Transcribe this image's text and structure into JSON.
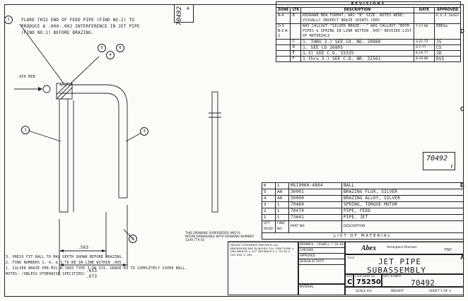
{
  "drawing_number": "70492",
  "sheet_size_tag": "A",
  "zones_right": [
    "D",
    "C",
    "B",
    "A"
  ],
  "revisions": {
    "title": "REVISIONS",
    "headers": [
      "ZONE",
      "LTR",
      "DESCRIPTION",
      "DATE",
      "APPROVED"
    ],
    "rows": [
      {
        "zone": "A-4",
        "ltr": "B",
        "desc": "REDRAWN NEW FORMAT, WAS \"B\" SIZE. NOTES WERE: VISUALLY INSPECT BRAZE JOINTS 100%",
        "date": "",
        "approved": "R.O.P.10483"
      },
      {
        "zone": "D-3 B-2 A-2",
        "ltr": "",
        "desc": "WAS CALLOUT-\"SILVER BRAZE---\" WAS CALLOUT-\"BOTH PIPES & SPRING IN LINE WITHIN .005\" REVISED LIST OF MATERIALS",
        "date": "7-17-66",
        "approved": "EBEda"
      },
      {
        "zone": "",
        "ltr": "C",
        "desc": "1. THRU 3.) SEE CO. NO. 20980",
        "date": "3-21-72",
        "approved": "JS"
      },
      {
        "zone": "",
        "ltr": "D",
        "desc": "1. SEE CO 26805",
        "date": "6-7-77",
        "approved": "CS"
      },
      {
        "zone": "",
        "ltr": "E",
        "desc": "1-3) SEE C.O. 33335",
        "date": "8-16-77",
        "approved": "JD"
      },
      {
        "zone": "",
        "ltr": "F",
        "desc": "1 thru 3.) SEE C.O. NR. 32501",
        "date": "8-16-80",
        "approved": "DSS"
      }
    ]
  },
  "drawing_notes": {
    "flare_note": "FLARE THIS END OF FEED PIPE (FIND NO.2) TO PRODUCE A .000-.002 INTERFERENCE IN JET PIPE (FIND NO.1) BEFORE BRAZING.",
    "dim_offset": ".050 MIN",
    "dim_563": ".563",
    "dim_653": ".653",
    "dim_673": ".673",
    "notes": [
      "PRESS FIT BALL TO MAX DEPTH SHOWN BEFORE BRAZING.",
      "FIND NUMBERS 1, 4, & 3 TO BE IN LINE WITHIN .005",
      "SILVER BRAZE PER MIL-B-7883 TYPE I OR III, GRADE B, TO COMPLETELY COVER BALL."
    ],
    "notes_heading": "NOTES: (UNLESS OTHERWISE SPECIFIED)"
  },
  "bom": {
    "title": "LIST OF MATERIAL",
    "headers": [
      "QTY REQD",
      "FIND NO",
      "PART NO.",
      "DESCRIPTION"
    ],
    "rows": [
      {
        "qty": "1",
        "find": "6",
        "part": "MS19060-4804",
        "desc": "BALL"
      },
      {
        "qty": "AR",
        "find": "5",
        "part": "30001",
        "desc": "BRAZING FLUX, SILVER"
      },
      {
        "qty": "AR",
        "find": "4",
        "part": "30000",
        "desc": "BRAZING ALLOY, SILVER"
      },
      {
        "qty": "1",
        "find": "3",
        "part": "70469",
        "desc": "SPRING, TORQUE MOTOR"
      },
      {
        "qty": "1",
        "find": "2",
        "part": "70470",
        "desc": "PIPE, FEED"
      },
      {
        "qty": "1",
        "find": "1",
        "part": "73641",
        "desc": "PIPE, JET"
      }
    ]
  },
  "interchange_note": "THIS DRAWING SUPERSEDES AND IS INTERCHANGEABLE WITH DRAWING NUMBER 1249 779 01",
  "title_block": {
    "unless": "UNLESS OTHERWISE SPECIFIED: ALL DIMENSIONS ARE IN INCHES TOL: FRACTIONS ± 1/64 ANGLES ± 1/2° DECIMALS X ± .02 XX ± .010 XXX ± .005",
    "company": "Abex",
    "company_sub": "Aerospace Division",
    "title_line1": "JET PIPE",
    "title_line2": "SUBASSEMBLY",
    "size": "C",
    "code_ident": "75250",
    "drawing_no": "70492",
    "scale": "SCALE 4/1",
    "weight": "WEIGHT",
    "sheet": "SHEET 1 OF 1",
    "drawn_label": "DRAWN",
    "checked_label": "CHECKED",
    "approved_label": "APPROVED",
    "material_label": "MATERIAL",
    "design_activity": "DESIGN ACTIVITY",
    "title_label": "TITLE",
    "size_label": "SIZE",
    "code_label": "CODE IDENT NO.",
    "part_label": "PART NUMBER",
    "fsd": "FSD",
    "drawn_by": "W. CASWELL",
    "drawn_date": "7-28-66"
  },
  "side_stamp": "70492"
}
